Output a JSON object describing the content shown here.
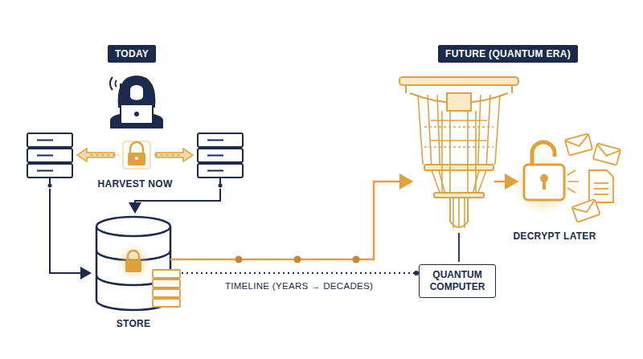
{
  "diagram": {
    "nodes": [
      {
        "text": [
          "TODAY"
        ]
      },
      {
        "text": [
          "FUTURE (QUANTUM ERA)"
        ]
      },
      {
        "text": [
          "QUANTUM COMPUTER"
        ]
      }
    ],
    "labels": [
      "HARVEST NOW",
      "STORE",
      "TIMELINE (YEARS → DECADES)",
      "DECRYPT LATER"
    ]
  }
}
